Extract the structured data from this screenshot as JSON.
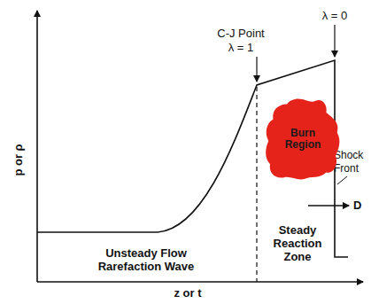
{
  "diagram": {
    "nodes": [
      {
        "text": [
          "Burn Region"
        ]
      }
    ],
    "labels": [
      "p or ρ",
      "z or t",
      "C-J Point",
      "λ = 1",
      "λ = 0",
      "Shock Front",
      "D",
      "Unsteady Flow Rarefaction Wave",
      "Steady Reaction Zone"
    ]
  }
}
